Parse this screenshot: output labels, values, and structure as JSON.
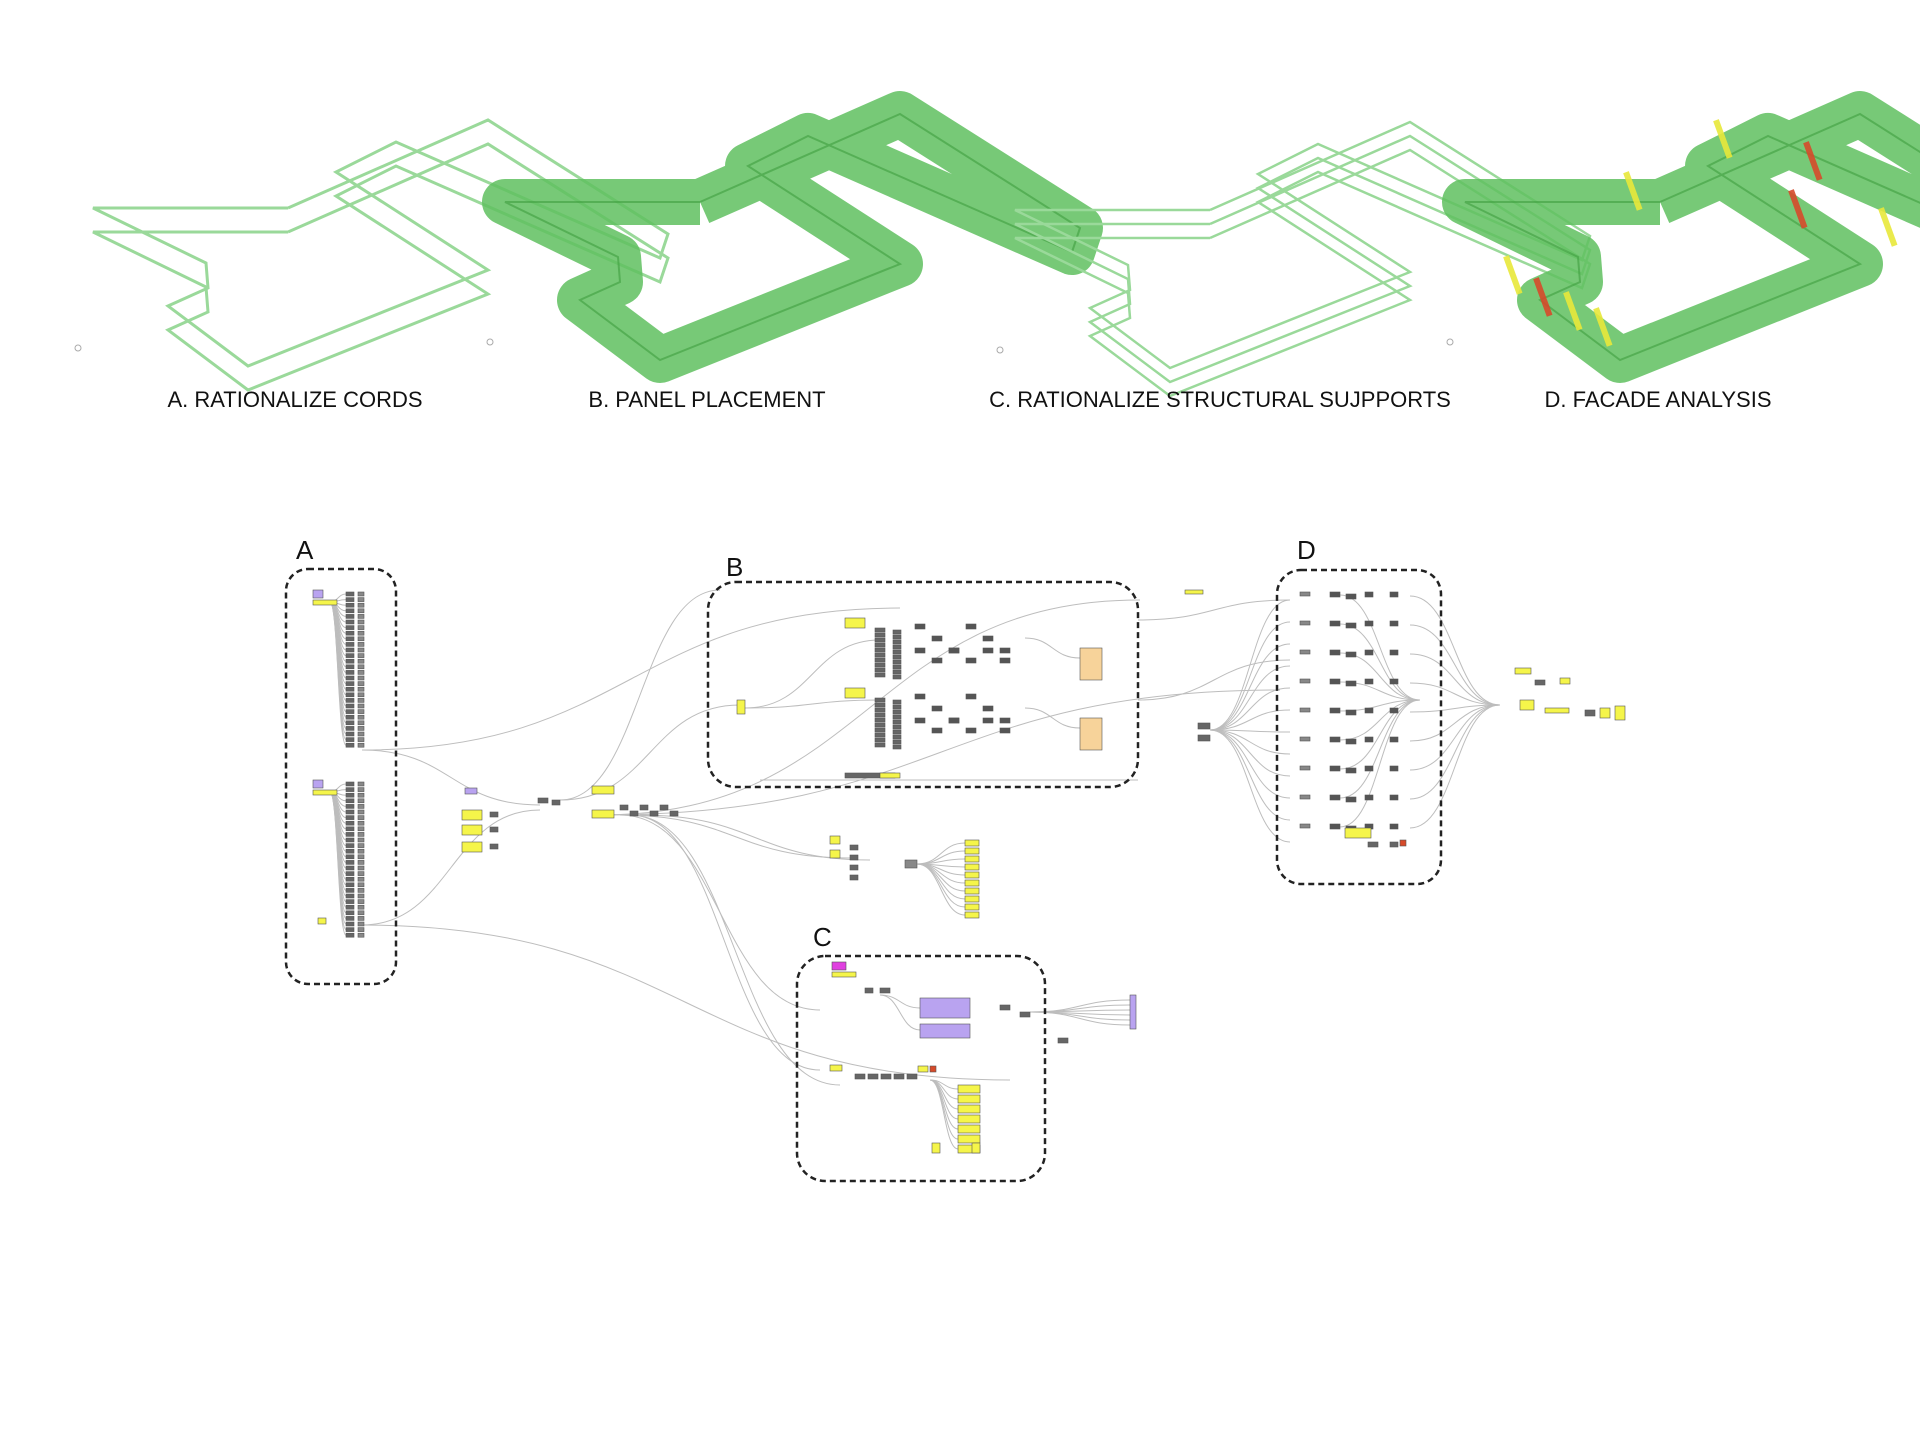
{
  "stages": [
    {
      "label": "A. RATIONALIZE CORDS",
      "render": "outline"
    },
    {
      "label": "B. PANEL PLACEMENT",
      "render": "surface"
    },
    {
      "label": "C. RATIONALIZE STRUCTURAL SUJPPORTS",
      "render": "outline-triple"
    },
    {
      "label": "D.  FACADE ANALYSIS",
      "render": "analysis"
    }
  ],
  "groups": [
    {
      "letter": "A"
    },
    {
      "letter": "B"
    },
    {
      "letter": "C"
    },
    {
      "letter": "D"
    }
  ],
  "colors": {
    "surface_green": "#5fbf5f",
    "outline_green": "#9ad99a",
    "analysis_yellow": "#e8e83a",
    "analysis_red": "#d64a2a",
    "node_yellow": "#f5f54a",
    "node_purple": "#b9a3f0",
    "node_magenta": "#e040e0",
    "node_orange": "#f7d39a",
    "wire": "#bdbdbd",
    "frame": "#222222"
  }
}
